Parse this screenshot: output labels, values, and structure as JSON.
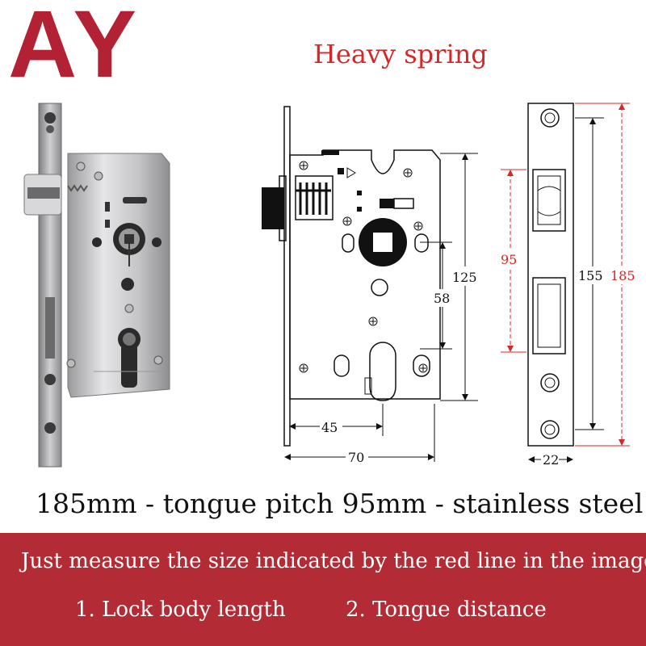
{
  "brand": {
    "logo_text": "AY",
    "color": "#b22234"
  },
  "subtitle": "Heavy spring",
  "dimensions": {
    "body_width": "70",
    "backset": "45",
    "body_height": "125",
    "handle_cylinder_distance": "58",
    "faceplate_width": "22",
    "faceplate_screw_pitch": "155",
    "faceplate_length": "185",
    "tongue_pitch": "95"
  },
  "spec_line": "185mm - tongue pitch 95mm - stainless steel",
  "banner": {
    "color": "#b22b35",
    "main": "Just measure the size indicated by the red line in the image",
    "item1": "1. Lock body length",
    "item2": "2. Tongue distance"
  }
}
